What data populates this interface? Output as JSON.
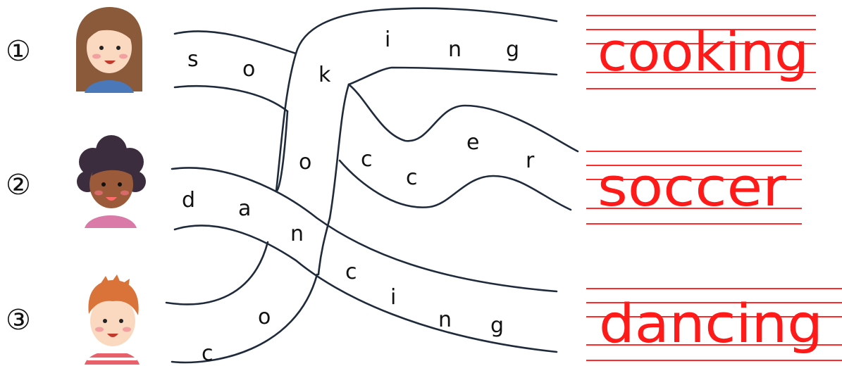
{
  "rows": [
    {
      "number": "①",
      "avatar": "girl-long-brown-hair-icon",
      "scrambled": [
        "s",
        "o",
        "k",
        "i",
        "n",
        "g"
      ],
      "answer": "cooking"
    },
    {
      "number": "②",
      "avatar": "girl-dark-curly-hair-icon",
      "scrambled": [
        "o",
        "c",
        "c",
        "e",
        "r"
      ],
      "answer": "soccer"
    },
    {
      "number": "③",
      "avatar": "boy-orange-hair-icon",
      "scrambled": [
        "d",
        "a",
        "n",
        "c",
        "i",
        "n",
        "g",
        "c",
        "o"
      ],
      "answer": "dancing"
    }
  ],
  "colors": {
    "answer": "#ff1a1a",
    "path": "#1f2a3a",
    "rule": "#ff2a2a"
  }
}
